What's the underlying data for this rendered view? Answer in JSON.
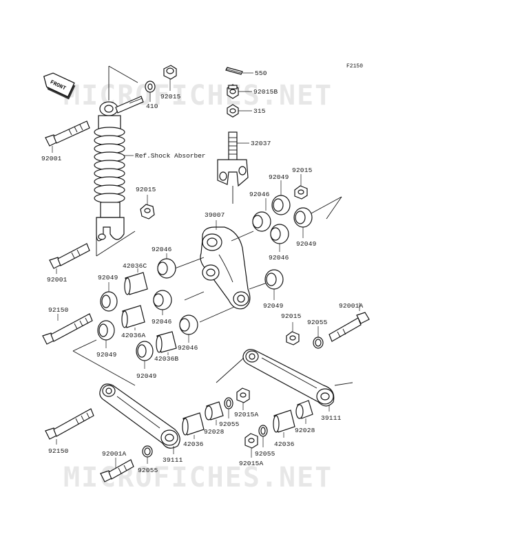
{
  "diagram": {
    "code": "F2150",
    "front_label": "FRONT",
    "watermark": "MICROFICHES.NET",
    "ref_shock_absorber": "Ref.Shock Absorber"
  },
  "parts": {
    "p550": "550",
    "p92015b": "92015B",
    "p315": "315",
    "p32037": "32037",
    "p92015_top": "92015",
    "p410": "410",
    "p92001_a": "92001",
    "p92015_shock": "92015",
    "p92001_b": "92001",
    "p39007": "39007",
    "p92049_r1": "92049",
    "p92015_r1": "92015",
    "p92046_r1": "92046",
    "p92046_r2": "92046",
    "p92049_r2": "92049",
    "p92046_l1": "92046",
    "p42036c": "42036C",
    "p92049_l1": "92049",
    "p92049_m": "92049",
    "p92150_a": "92150",
    "p92046_l2": "92046",
    "p42036a": "42036A",
    "p92046_l3": "92046",
    "p92049_l2": "92049",
    "p42036b": "42036B",
    "p92049_l3": "92049",
    "p92015_r2": "92015",
    "p92055_r": "92055",
    "p92001a_r": "92001A",
    "p92150_b": "92150",
    "p92001a_l": "92001A",
    "p92055_l": "92055",
    "p39111_l": "39111",
    "p42036_l": "42036",
    "p92028_l": "92028",
    "p92055_m": "92055",
    "p92015a_top": "92015A",
    "p42036_r": "42036",
    "p92028_r": "92028",
    "p39111_r": "39111",
    "p92055_b": "92055",
    "p92015a_b": "92015A"
  }
}
